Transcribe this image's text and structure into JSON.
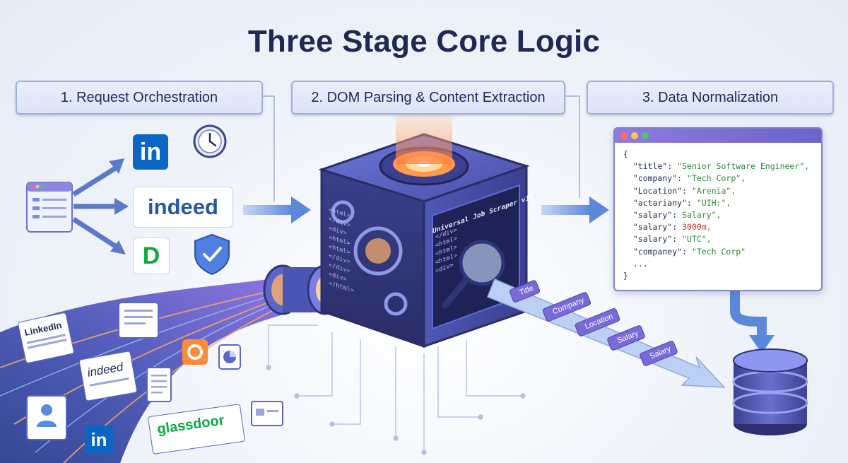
{
  "title": "Three Stage Core Logic",
  "stages": [
    {
      "label": "1. Request Orchestration"
    },
    {
      "label": "2. DOM Parsing & Content Extraction"
    },
    {
      "label": "3. Data Normalization"
    }
  ],
  "logos": {
    "linkedin": "in",
    "indeed": "indeed",
    "glassdoor_mark": "D"
  },
  "cube": {
    "side_label": "Universal Job Scraper v1.1",
    "code_lines": [
      "<html>",
      "</div>",
      "<div>",
      "<html>",
      "<html>",
      "</div>",
      "</div>",
      "<div>",
      "</html>"
    ],
    "right_code": [
      "</div>",
      "<html>",
      "<html>",
      "<html>",
      "<div>"
    ]
  },
  "extracted_fields": [
    "Title",
    "Company",
    "Location",
    "Salary",
    "Salary"
  ],
  "json_lines": [
    {
      "text": "{",
      "k": "",
      "v": "",
      "cls": ""
    },
    {
      "k": "  \"title\": ",
      "v": "\"Senior Software Engineer\",",
      "cls": "s"
    },
    {
      "k": "  \"company\": ",
      "v": "\"Tech Corp\",",
      "cls": "s"
    },
    {
      "k": "  \"Location\": ",
      "v": "\"Arenia\",",
      "cls": "s"
    },
    {
      "k": "  \"actariany\": ",
      "v": "\"UIH:\",",
      "cls": "s"
    },
    {
      "k": "  \"salary\": ",
      "v": "Salary\",",
      "cls": "s"
    },
    {
      "k": "  \"salary\": ",
      "v": "3000m,",
      "cls": "n"
    },
    {
      "k": "  \"salary\": ",
      "v": "\"UTC\",",
      "cls": "s"
    },
    {
      "k": "  \"companey\": ",
      "v": "\"Tech Corp\"",
      "cls": "s"
    },
    {
      "k": "  ...",
      "v": "",
      "cls": ""
    },
    {
      "k": "}",
      "v": "",
      "cls": ""
    }
  ],
  "stream_cards": {
    "linkedin": "LinkedIn",
    "indeed": "indeed",
    "glassdoor": "glassdoor",
    "linkedin_tile": "in"
  },
  "colors": {
    "linkedin": "#0a66c2",
    "indeed": "#2557a7",
    "glassdoor": "#0caa41",
    "title": "#1f2a52",
    "accent": "#6c63c9"
  }
}
